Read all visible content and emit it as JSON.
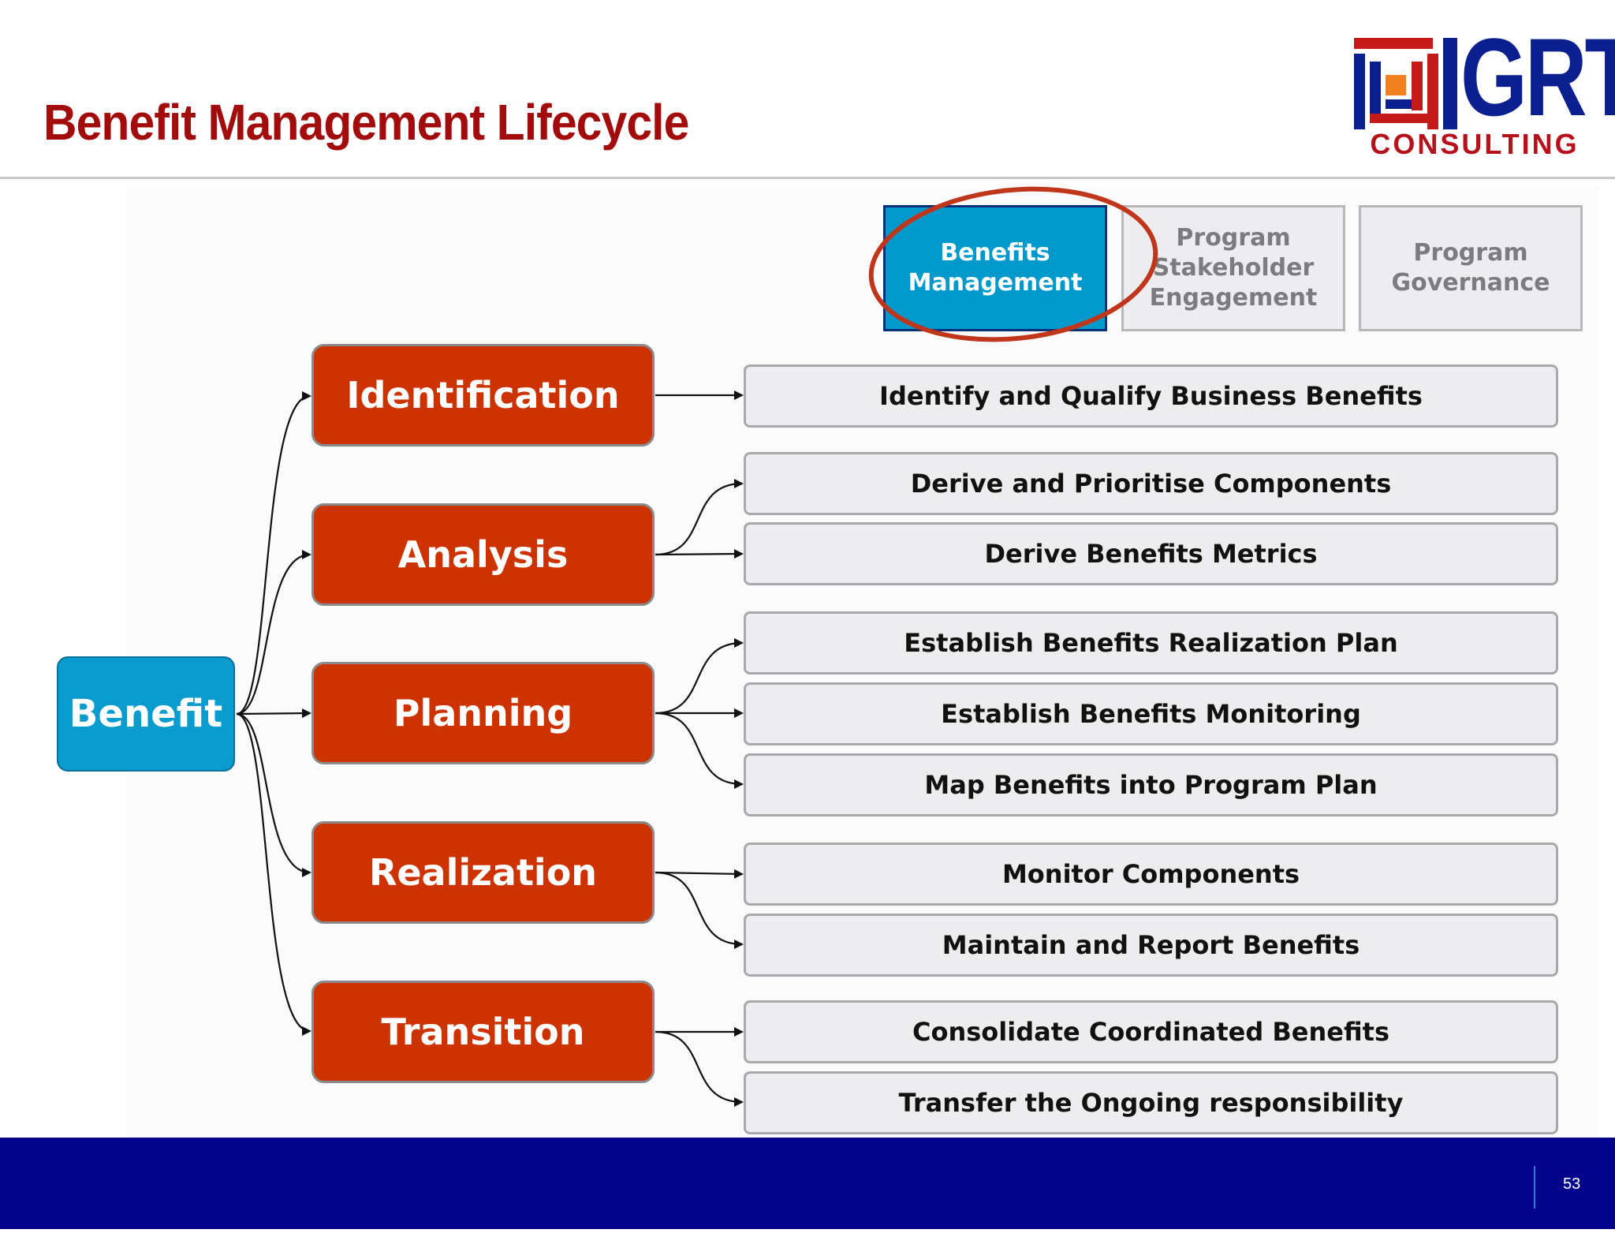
{
  "header": {
    "title": "Benefit Management Lifecycle"
  },
  "logo": {
    "mark": "GRT",
    "tagline": "CONSULTING"
  },
  "tabs": [
    {
      "label": "Benefits\nManagement",
      "active": true
    },
    {
      "label": "Program\nStakeholder\nEngagement",
      "active": false
    },
    {
      "label": "Program\nGovernance",
      "active": false
    }
  ],
  "root": {
    "label": "Benefit"
  },
  "phases": [
    {
      "label": "Identification",
      "tasks": [
        "Identify and Qualify Business Benefits"
      ]
    },
    {
      "label": "Analysis",
      "tasks": [
        "Derive and Prioritise Components",
        "Derive Benefits Metrics"
      ]
    },
    {
      "label": "Planning",
      "tasks": [
        "Establish Benefits Realization Plan",
        "Establish Benefits Monitoring",
        "Map Benefits into Program Plan"
      ]
    },
    {
      "label": "Realization",
      "tasks": [
        "Monitor Components",
        "Maintain and Report Benefits"
      ]
    },
    {
      "label": "Transition",
      "tasks": [
        "Consolidate Coordinated Benefits",
        "Transfer the Ongoing responsibility"
      ]
    }
  ],
  "footer": {
    "page_number": "53"
  },
  "colors": {
    "title": "#a30c0c",
    "phase": "#cc3300",
    "root": "#0a9bcf",
    "footer": "#03038c",
    "highlight_ring": "#c0361a"
  }
}
